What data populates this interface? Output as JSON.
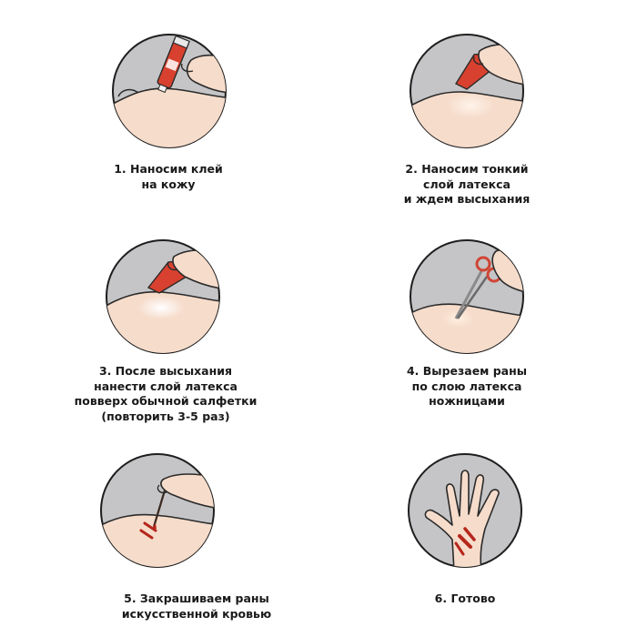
{
  "steps": [
    {
      "number": "1",
      "lines": [
        "1. Наносим клей",
        "на кожу"
      ],
      "illustration": "glue-on-wrist"
    },
    {
      "number": "2",
      "lines": [
        "2. Наносим тонкий",
        "слой латекса",
        "и ждем высыхания"
      ],
      "illustration": "sponge-latex"
    },
    {
      "number": "3",
      "lines": [
        "3. После высыхания",
        "нанести слой латекса",
        "повверх обычной салфетки",
        "(повторить 3-5 раз)"
      ],
      "illustration": "sponge-tissue"
    },
    {
      "number": "4",
      "lines": [
        "4. Вырезаем раны",
        "по слою латекса",
        "ножницами"
      ],
      "illustration": "scissors-cut"
    },
    {
      "number": "5",
      "lines": [
        "5. Закрашиваем раны",
        "искусственной кровью"
      ],
      "illustration": "brush-blood"
    },
    {
      "number": "6",
      "lines": [
        "6. Готово"
      ],
      "illustration": "finished-hand"
    }
  ],
  "colors": {
    "circle_fill": "#c5c5c7",
    "circle_border": "#1e1e1e",
    "skin": "#f6dccb",
    "skin_outline": "#2a2a2a",
    "product_red": "#d8412f",
    "blood": "#b5271c",
    "latex_glow": "#fff4ea",
    "scissors_red": "#d04535",
    "steel": "#8a8a8a"
  }
}
